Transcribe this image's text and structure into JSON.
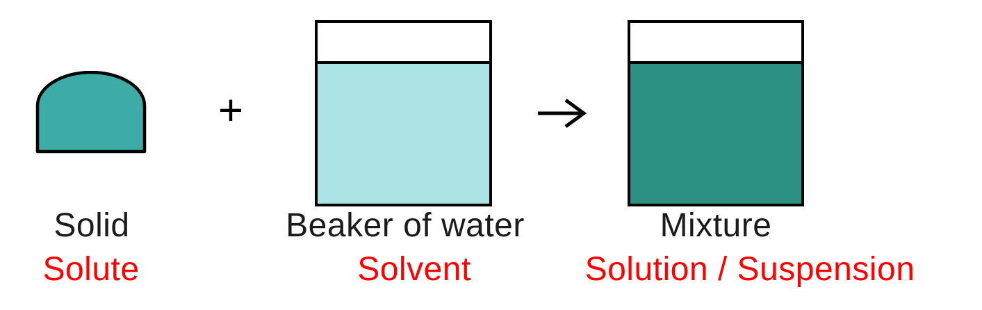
{
  "solid": {
    "label": "Solid",
    "sublabel": "Solute",
    "fill": "#3EACA6"
  },
  "solvent_beaker": {
    "label": "Beaker of water",
    "sublabel": "Solvent",
    "liquid_fill": "#ACE4E5"
  },
  "mixture_beaker": {
    "label": "Mixture",
    "sublabel": "Solution / Suspension",
    "liquid_fill": "#2B9183"
  },
  "operators": {
    "plus": "+",
    "arrow": "→"
  },
  "colors": {
    "outline": "#000000",
    "label_text": "#1B1B1B",
    "sublabel_text": "#FF0000"
  }
}
